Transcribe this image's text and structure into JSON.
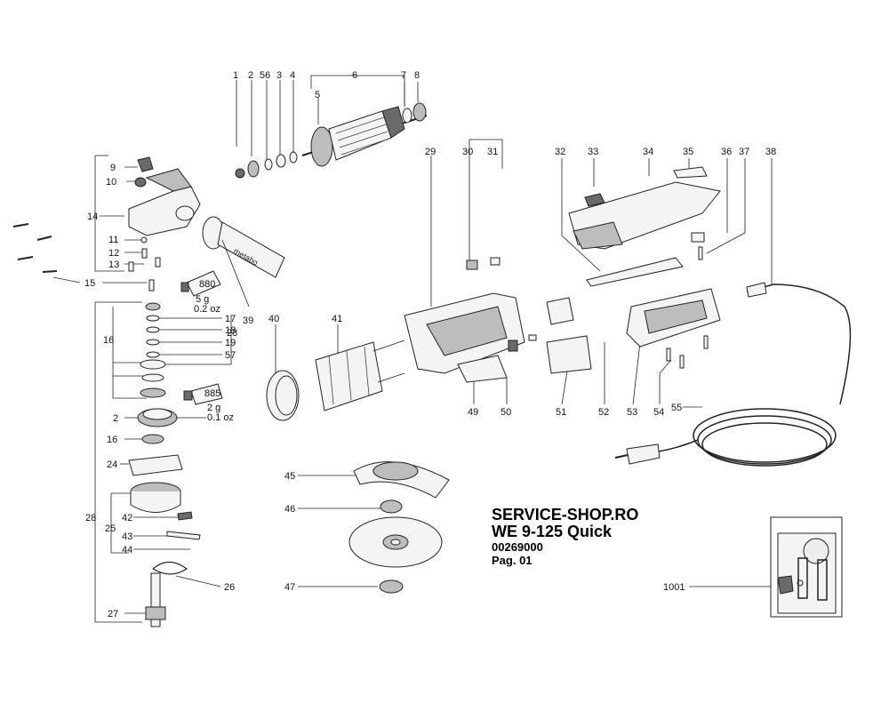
{
  "title_block": {
    "shop": "SERVICE-SHOP.RO",
    "model": "WE 9-125 Quick",
    "code": "00269000",
    "page": "Pag. 01"
  },
  "callouts": {
    "c1": "1",
    "c2": "2",
    "c56": "56",
    "c3": "3",
    "c4": "4",
    "c5": "5",
    "c6": "6",
    "c7": "7",
    "c8": "8",
    "c9": "9",
    "c10": "10",
    "c11": "11",
    "c12": "12",
    "c13": "13",
    "c14": "14",
    "c15": "15",
    "c16a": "16",
    "c16b": "16",
    "c17": "17",
    "c18": "18",
    "c19": "19",
    "c57": "57",
    "c28a": "28",
    "c28b": "28",
    "c2b": "2",
    "c24": "24",
    "c25": "25",
    "c26": "26",
    "c27": "27",
    "c29": "29",
    "c30": "30",
    "c31": "31",
    "c32": "32",
    "c33": "33",
    "c34": "34",
    "c35": "35",
    "c36": "36",
    "c37": "37",
    "c38": "38",
    "c39": "39",
    "c40": "40",
    "c41": "41",
    "c42": "42",
    "c43": "43",
    "c44": "44",
    "c45": "45",
    "c46": "46",
    "c47": "47",
    "c49": "49",
    "c50": "50",
    "c51": "51",
    "c52": "52",
    "c53": "53",
    "c54": "54",
    "c55": "55",
    "c1001": "1001"
  },
  "grease": {
    "tube1_code": "880",
    "tube1_g": "5 g",
    "tube1_oz": "0.2 oz",
    "tube2_code": "885",
    "tube2_g": "2 g",
    "tube2_oz": "0.1 oz"
  },
  "handle_brand": "metabo"
}
